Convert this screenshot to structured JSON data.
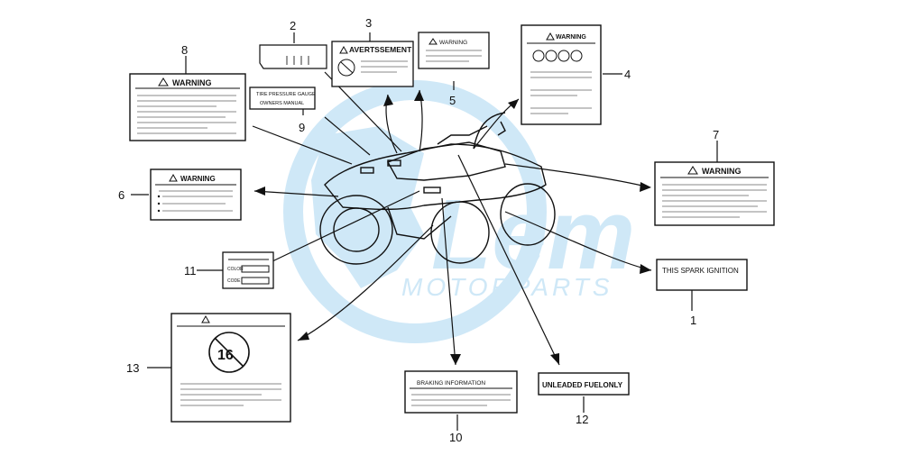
{
  "watermark": {
    "logo": "Lem",
    "sub": "MOTORPARTS",
    "color": "#cfe8f7"
  },
  "callouts": [
    "1",
    "2",
    "3",
    "4",
    "5",
    "6",
    "7",
    "8",
    "9",
    "10",
    "11",
    "12",
    "13"
  ],
  "labels": {
    "warning": "WARNING",
    "avertissement": "AVERTSSEMENT",
    "spark": "THIS SPARK IGNITION",
    "braking": "BRAKING INFORMATION",
    "unleaded": "UNLEADED FUELONLY",
    "tire_line1": "TIRE PRESSURE GAUGE",
    "tire_line2": "OWNERS MANUAL",
    "color_field": "COLOR",
    "code_field": "CODE",
    "age": "16"
  },
  "colors": {
    "line": "#111111",
    "label_fill": "#ffffff"
  }
}
